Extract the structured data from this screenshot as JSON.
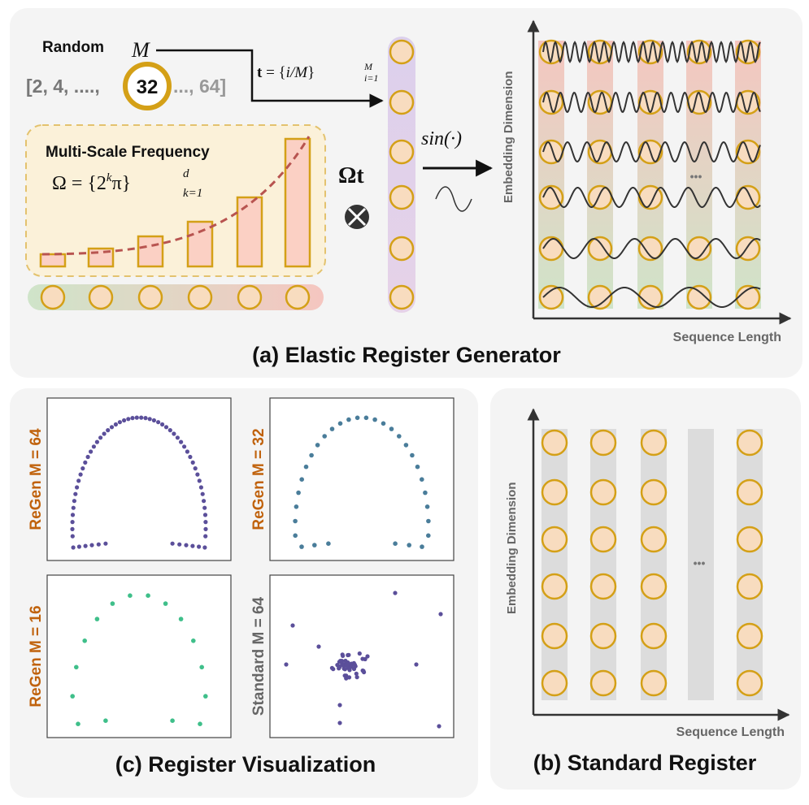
{
  "generator": {
    "caption": "(a) Elastic Register Generator",
    "random_label": "Random",
    "m_symbol": "M",
    "list_prefix": "[2, 4, ....,",
    "list_selected": "32",
    "list_suffix": "..., 64]",
    "t_formula": {
      "bold": "t",
      "eq": " = {",
      "italic": "i/M",
      "close": "}",
      "sub": "i=1",
      "sup": "M"
    },
    "multi_scale_title": "Multi-Scale Frequency",
    "omega_formula": {
      "lhs": "Ω = {2",
      "sup_k": "k",
      "pi": "π}",
      "sub": "k=1",
      "sup": "d"
    },
    "omega_t": "Ωt",
    "otimes": "⊗",
    "sin_label": "sin(·)",
    "ellipsis": "•••",
    "y_axis_label": "Embedding Dimension",
    "x_axis_label": "Sequence Length",
    "icons": [
      "arrow-icon",
      "otimes-icon",
      "sine-wave-icon"
    ],
    "colors": {
      "orange": "#d4a017",
      "circle_fill": "#f8dcbf",
      "red_band": "#f5c6c0",
      "green_band": "#cfe4c9",
      "purple_bar": "#ddd0ea",
      "dash": "#b85450"
    }
  },
  "standard": {
    "caption": "(b) Standard Register",
    "y_axis_label": "Embedding Dimension",
    "x_axis_label": "Sequence Length",
    "ellipsis": "•••"
  },
  "visualization": {
    "caption": "(c) Register Visualization",
    "plots": [
      {
        "label": "ReGen M = 64",
        "color": "#5b4f9a",
        "label_color": "#c0620c"
      },
      {
        "label": "ReGen M = 32",
        "color": "#4a7d9a",
        "label_color": "#c0620c"
      },
      {
        "label": "ReGen M = 16",
        "color": "#3fbf8a",
        "label_color": "#c0620c"
      },
      {
        "label": "Standard M = 64",
        "color": "#5b4f9a",
        "label_color": "#666666"
      }
    ]
  }
}
